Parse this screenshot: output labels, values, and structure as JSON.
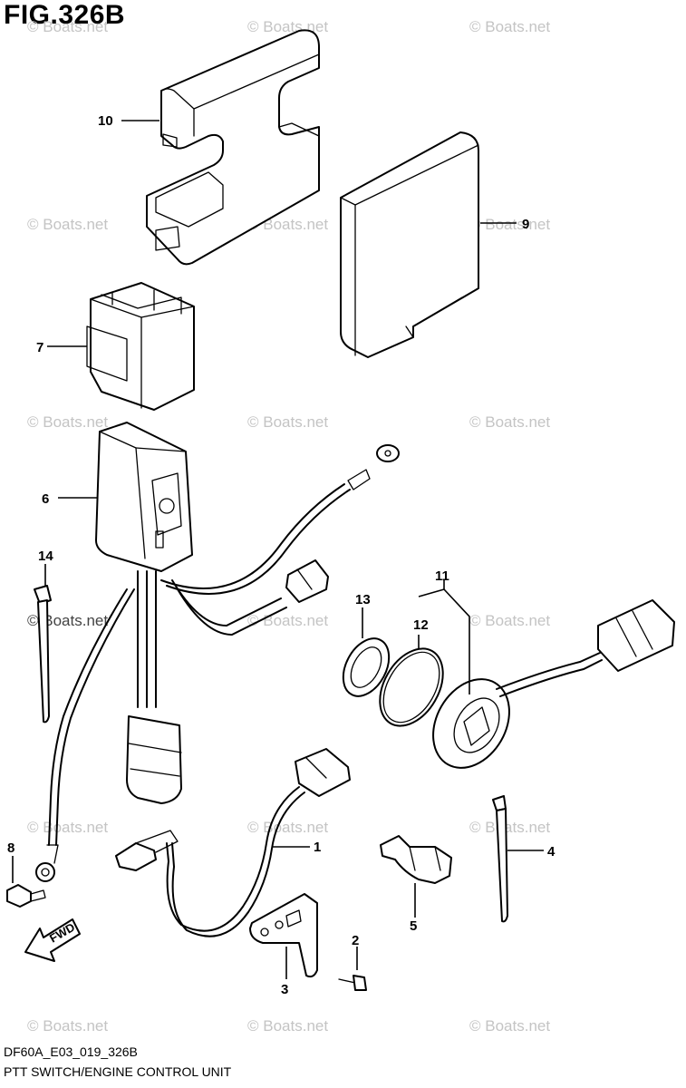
{
  "figure": {
    "title": "FIG.326B",
    "code": "DF60A_E03_019_326B",
    "caption": "PTT SWITCH/ENGINE CONTROL UNIT"
  },
  "watermark": "© Boats.net",
  "direction_label": "FWD",
  "callouts": [
    "1",
    "2",
    "3",
    "4",
    "5",
    "6",
    "7",
    "8",
    "9",
    "10",
    "11",
    "12",
    "13",
    "14"
  ]
}
